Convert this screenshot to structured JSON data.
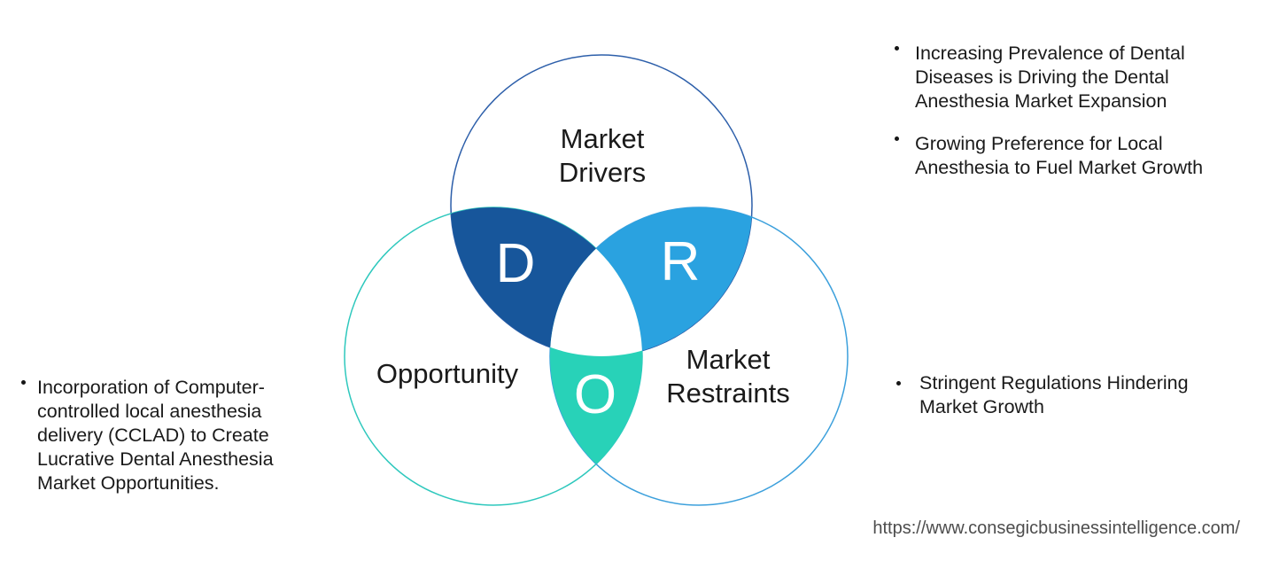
{
  "colors": {
    "drivers_fill": "#17569b",
    "drivers_stroke": "#2d5faa",
    "restraints_fill": "#2aa2e0",
    "restraints_stroke": "#3ca0dc",
    "opportunity_fill": "#28d2b8",
    "opportunity_stroke": "#2ec8bd",
    "center_fill": "#ffffff",
    "letter_color": "#ffffff",
    "text_color": "#1a1a1a",
    "url_color": "#4d4d4d"
  },
  "venn": {
    "labels": {
      "drivers": "Market Drivers",
      "restraints": "Market Restraints",
      "opportunity": "Opportunity"
    },
    "letters": {
      "drivers": "D",
      "restraints": "R",
      "opportunity": "O"
    }
  },
  "left_notes": {
    "items": [
      {
        "text": "Incorporation of Computer-controlled local anesthesia delivery (CCLAD) to Create Lucrative Dental Anesthesia Market Opportunities."
      }
    ]
  },
  "right_top_notes": {
    "items": [
      {
        "text": "Increasing Prevalence of Dental Diseases is Driving the Dental Anesthesia Market Expansion"
      },
      {
        "text": "Growing Preference for Local Anesthesia to Fuel Market Growth"
      }
    ]
  },
  "right_bottom_notes": {
    "items": [
      {
        "text": "Stringent Regulations Hindering Market Growth"
      }
    ]
  },
  "footer": {
    "url": "https://www.consegicbusinessintelligence.com/"
  }
}
